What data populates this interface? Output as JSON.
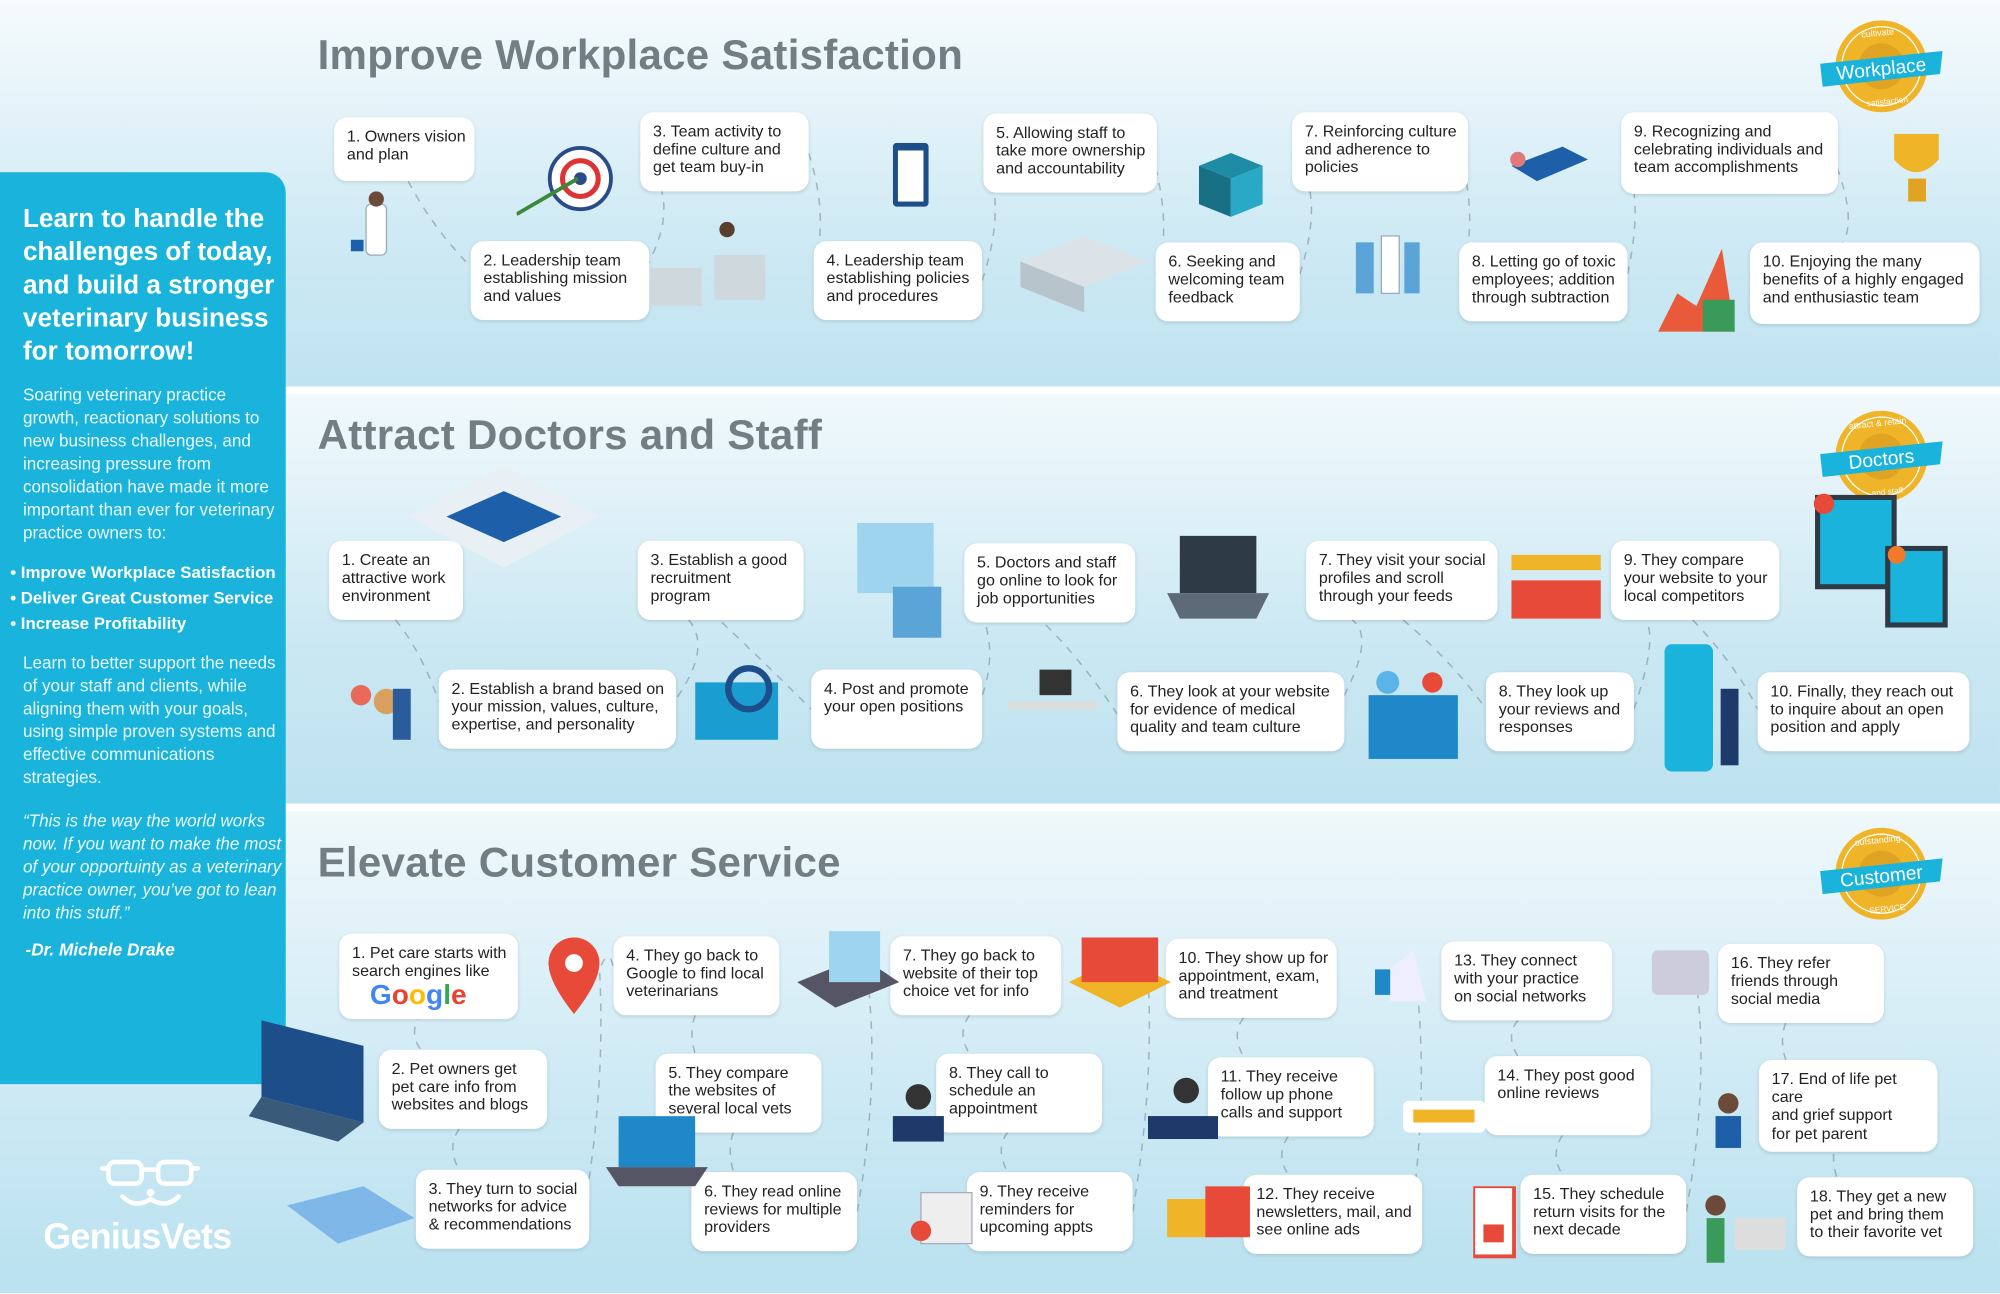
{
  "sections": [
    {
      "title": "Improve Workplace Satisfaction",
      "badge": {
        "top": "cultivate",
        "main": "Workplace",
        "bottom": "satisfaction"
      },
      "steps": [
        "1. Owners vision\nand plan",
        "2. Leadership team\nestablishing mission\nand values",
        "3. Team activity to\ndefine culture and\nget team buy-in",
        "4. Leadership team\nestablishing policies\nand procedures",
        "5. Allowing staff to\ntake more ownership\nand accountability",
        "6. Seeking and\nwelcoming team\nfeedback",
        "7. Reinforcing culture\nand adherence to\npolicies",
        "8. Letting go of toxic\nemployees; addition\nthrough subtraction",
        "9. Recognizing and\ncelebrating individuals and\nteam accomplishments",
        "10. Enjoying the many\nbenefits of a highly engaged\nand enthusiastic team"
      ]
    },
    {
      "title": "Attract Doctors and Staff",
      "badge": {
        "top": "attract & retain",
        "main": "Doctors",
        "bottom": "and staff"
      },
      "steps": [
        "1. Create an\nattractive work\nenvironment",
        "2. Establish a brand based on\nyour mission, values, culture,\nexpertise, and personality",
        "3. Establish a good\nrecruitment\nprogram",
        "4. Post and promote\nyour open positions",
        "5. Doctors and staff\ngo online to look for\njob opportunities",
        "6. They look at your website\nfor evidence of medical\nquality and team culture",
        "7. They visit your social\nprofiles and scroll\nthrough your feeds",
        "8. They look up\nyour reviews and\nresponses",
        "9. They compare\nyour website to your\nlocal competitors",
        "10. Finally, they reach out\nto inquire about an open\nposition and apply"
      ]
    },
    {
      "title": "Elevate Customer Service",
      "badge": {
        "top": "outstanding",
        "main": "Customer",
        "bottom": "SERVICE"
      },
      "steps": [
        "1. Pet care starts with\nsearch engines like",
        "2. Pet owners get\npet care info from\nwebsites and blogs",
        "3. They turn to social\nnetworks for advice\n& recommendations",
        "4. They go back to\nGoogle to find local\nveterinarians",
        "5. They compare\nthe websites of\nseveral local vets",
        "6. They read online\nreviews for multiple\nproviders",
        "7. They go back to\nwebsite of their top\nchoice vet for info",
        "8. They call to\nschedule an\nappointment",
        "9. They receive\nreminders for\nupcoming appts",
        "10. They show up for\nappointment, exam,\nand treatment",
        "11. They receive\nfollow up phone\ncalls and support",
        "12. They receive\nnewsletters, mail, and\nsee online ads",
        "13. They connect\nwith your practice\non social networks",
        "14. They post good\nonline reviews",
        "15. They schedule\nreturn visits for the\nnext decade",
        "16. They refer\nfriends through\nsocial media",
        "17. End of life pet care\nand grief support\nfor pet parent",
        "18. They get a new\npet and bring them\nto their favorite vet"
      ],
      "google_logo": "Google"
    }
  ],
  "panel": {
    "headline": "Learn to handle the challenges of today, and build a stronger veterinary business for tomorrow!",
    "intro": "Soaring veterinary practice growth, reactionary solutions to new business challenges, and increasing pressure from consolidation have made it more important than ever for veterinary practice owners to:",
    "bullets": [
      "• Improve Workplace Satisfaction",
      "• Deliver Great Customer Service",
      "• Increase Profitability"
    ],
    "body": "Learn to better support the needs of your staff and clients, while aligning them with your goals, using simple proven systems and effective communications strategies.",
    "quote": "“This is the way the world works now. If you want to make the most of your opportuinty as a veterinary practice owner, you’ve got to lean into this stuff.”",
    "author": "-Dr. Michele Drake"
  },
  "brand": {
    "name": "GeniusVets",
    "accent": "#19b3dc",
    "badge_gold": "#f0b429",
    "heading_gray": "#737d84"
  }
}
